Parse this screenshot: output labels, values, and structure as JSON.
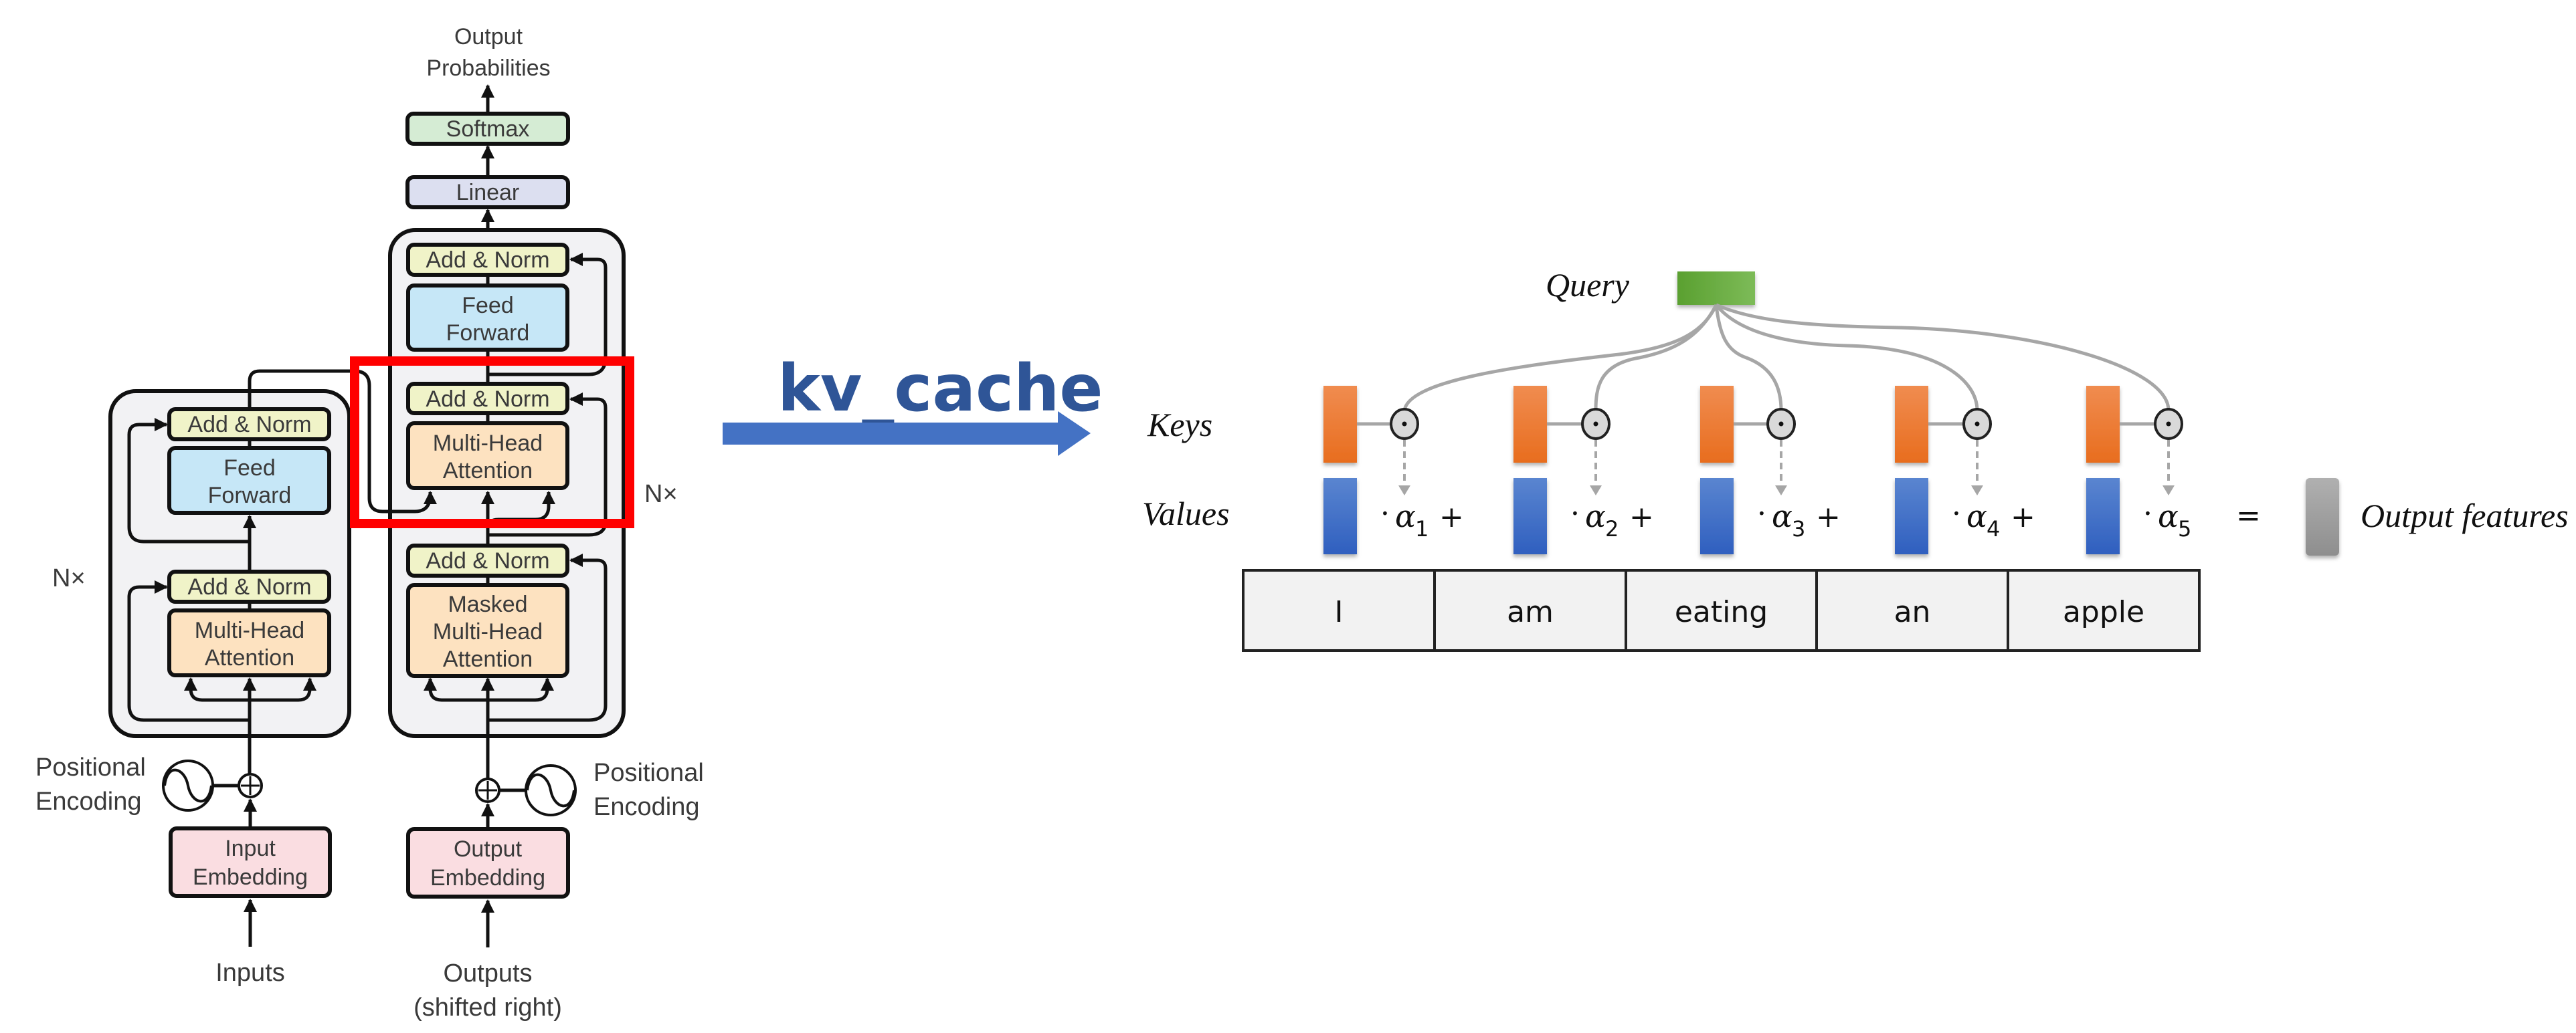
{
  "transformer": {
    "top_label": [
      "Output",
      "Probabilities"
    ],
    "softmax": "Softmax",
    "linear": "Linear",
    "decoder": {
      "add_norm_top": "Add & Norm",
      "feed_forward": [
        "Feed",
        "Forward"
      ],
      "add_norm_mid": "Add & Norm",
      "cross_attention": [
        "Multi-Head",
        "Attention"
      ],
      "add_norm_bottom": "Add & Norm",
      "masked_attention": [
        "Masked",
        "Multi-Head",
        "Attention"
      ],
      "repeat": "N×"
    },
    "encoder": {
      "add_norm_top": "Add & Norm",
      "feed_forward": [
        "Feed",
        "Forward"
      ],
      "add_norm_bottom": "Add & Norm",
      "attention": [
        "Multi-Head",
        "Attention"
      ],
      "repeat": "N×"
    },
    "positional_encoding_left": [
      "Positional",
      "Encoding"
    ],
    "positional_encoding_right": [
      "Positional",
      "Encoding"
    ],
    "input_embedding": [
      "Input",
      "Embedding"
    ],
    "output_embedding": [
      "Output",
      "Embedding"
    ],
    "inputs_label": "Inputs",
    "outputs_label": [
      "Outputs",
      "(shifted right)"
    ],
    "highlight_color": "#ff0000"
  },
  "arrow": {
    "label": "kv_cache",
    "color": "#4472c4",
    "label_color": "#2f5597"
  },
  "attention": {
    "query_label": "Query",
    "keys_label": "Keys",
    "values_label": "Values",
    "equals": "=",
    "output_label": "Output features",
    "dot_symbol": "⊙",
    "weights": [
      {
        "dot": "·",
        "alpha": "α",
        "sub": "1",
        "op": "+"
      },
      {
        "dot": "·",
        "alpha": "α",
        "sub": "2",
        "op": "+"
      },
      {
        "dot": "·",
        "alpha": "α",
        "sub": "3",
        "op": "+"
      },
      {
        "dot": "·",
        "alpha": "α",
        "sub": "4",
        "op": "+"
      },
      {
        "dot": "·",
        "alpha": "α",
        "sub": "5",
        "op": ""
      }
    ],
    "tokens": [
      "I",
      "am",
      "eating",
      "an",
      "apple"
    ],
    "colors": {
      "query": "#70ad47",
      "key": "#ed7d31",
      "value": "#4472c4",
      "output": "#a5a5a5"
    }
  }
}
